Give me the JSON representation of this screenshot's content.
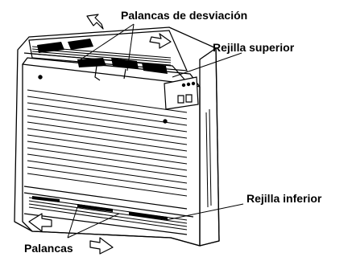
{
  "labels": {
    "top_deflector_levers": "Palancas de desviación",
    "upper_grille": "Rejilla superior",
    "lower_grille": "Rejilla inferior",
    "bottom_levers": "Palancas"
  }
}
